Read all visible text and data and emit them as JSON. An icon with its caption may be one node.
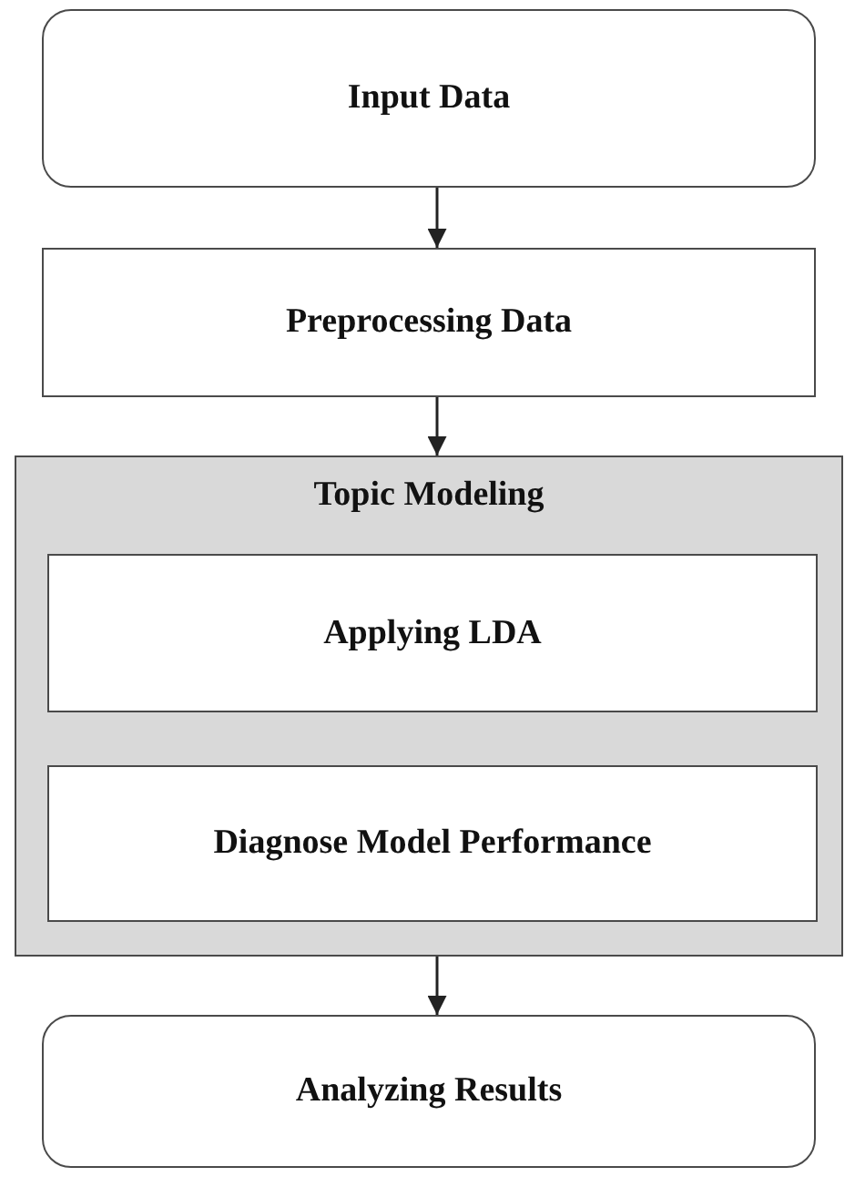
{
  "diagram": {
    "nodes": [
      {
        "text": [
          "Input Data"
        ]
      },
      {
        "text": [
          "Preprocessing Data"
        ]
      },
      {
        "text": [
          "Topic Modeling"
        ]
      },
      {
        "text": [
          "Applying LDA"
        ],
        "in": 2
      },
      {
        "text": [
          "Diagnose Model Performance"
        ],
        "in": 2
      },
      {
        "text": [
          "Analyzing Results"
        ]
      }
    ],
    "edges": [
      {
        "from": 0,
        "to": 1,
        "arrow": "to"
      },
      {
        "from": 1,
        "to": 2,
        "arrow": "to"
      },
      {
        "from": 2,
        "to": 5,
        "arrow": "to"
      }
    ]
  }
}
